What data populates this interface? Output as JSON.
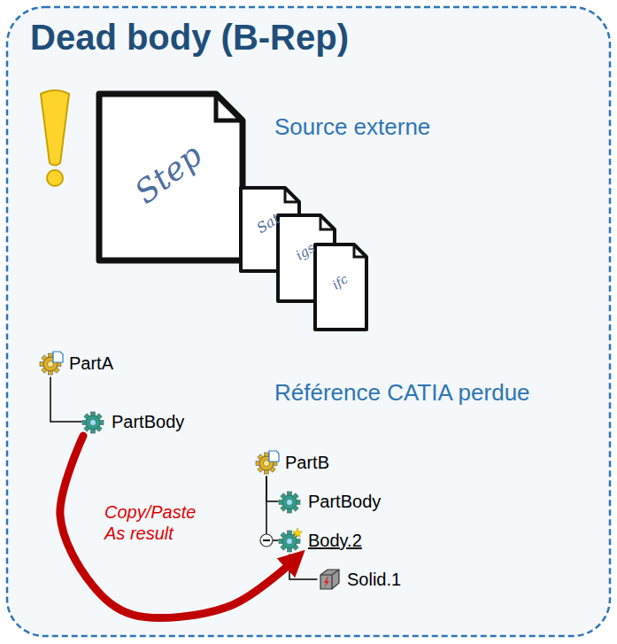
{
  "diagram": {
    "title": "Dead body (B-Rep)",
    "nodes": [
      {
        "text": [
          "PartA"
        ]
      },
      {
        "text": [
          "PartBody"
        ]
      },
      {
        "text": [
          "PartB"
        ]
      },
      {
        "text": [
          "PartBody"
        ]
      },
      {
        "text": [
          "Body.2"
        ]
      },
      {
        "text": [
          "Solid.1"
        ]
      }
    ],
    "edges": [
      {
        "from": 0,
        "to": 1,
        "arrow": "none"
      },
      {
        "from": 2,
        "to": 3,
        "arrow": "none"
      },
      {
        "from": 2,
        "to": 4,
        "arrow": "none"
      },
      {
        "from": 4,
        "to": 5,
        "arrow": "none"
      },
      {
        "from": 1,
        "to": 4,
        "label": "Copy/Paste As result",
        "arrow": "to"
      }
    ],
    "labels": [
      "Source externe",
      "Step",
      "Sat",
      "igs",
      "ifc",
      "Référence CATIA perdue"
    ]
  }
}
